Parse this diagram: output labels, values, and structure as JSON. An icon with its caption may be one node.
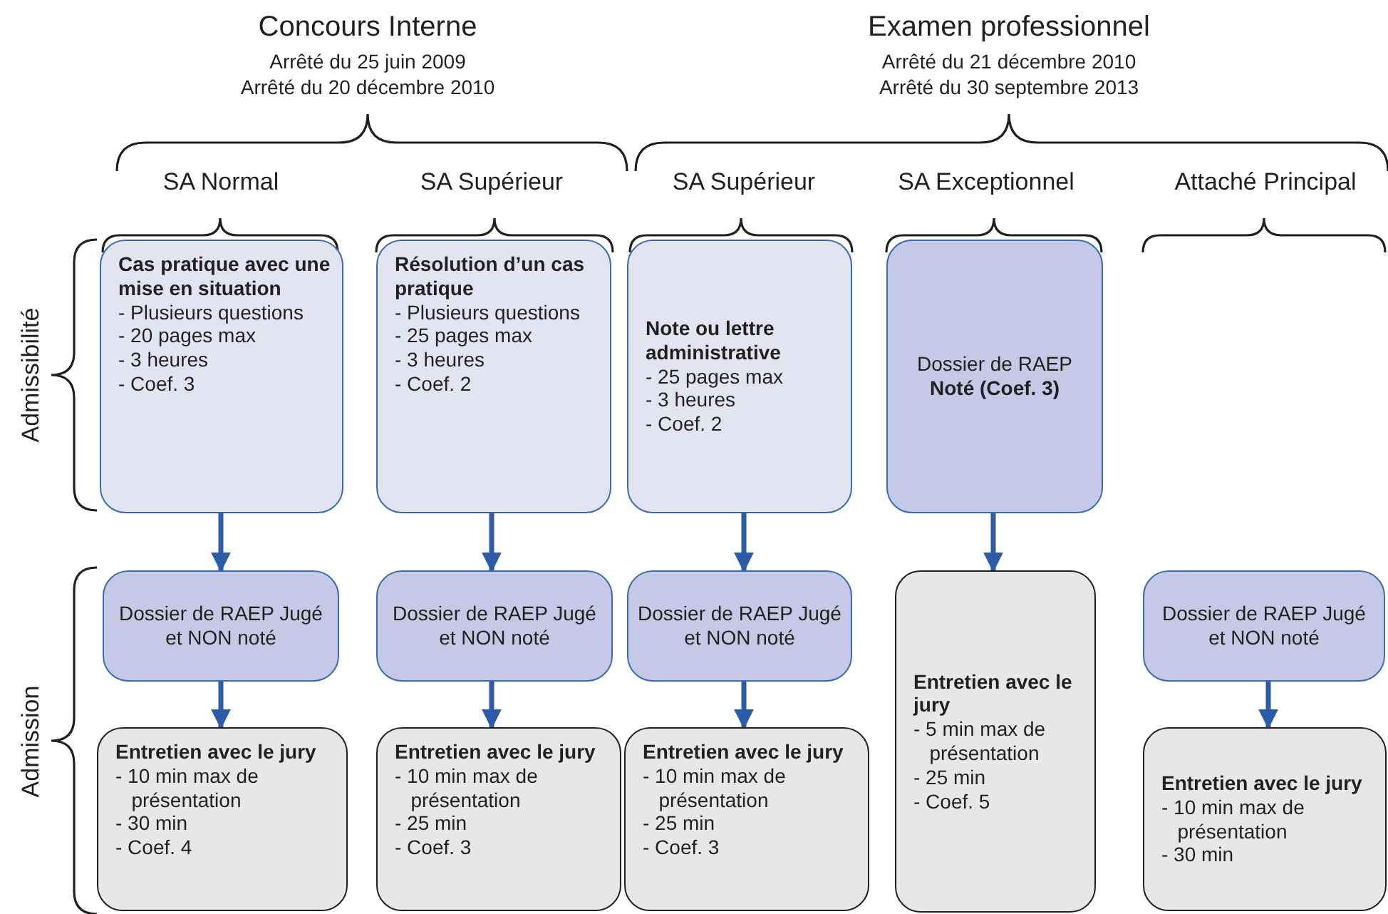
{
  "diagram": {
    "nodes": [
      {
        "text": [
          "Cas pratique avec une mise en situation",
          "- Plusieurs questions",
          "- 20 pages max",
          "- 3 heures",
          "- Coef. 3"
        ]
      },
      {
        "text": [
          "Résolution d’un cas pratique",
          "- Plusieurs questions",
          "- 25 pages max",
          "- 3 heures",
          "- Coef. 2"
        ]
      },
      {
        "text": [
          "Note ou lettre administrative",
          "- 25 pages max",
          "- 3 heures",
          "- Coef. 2"
        ]
      },
      {
        "text": [
          "Dossier de RAEP",
          "Noté (Coef. 3)"
        ]
      },
      {
        "text": [
          "Dossier de RAEP Jugé et NON noté"
        ]
      },
      {
        "text": [
          "Dossier de RAEP Jugé et NON noté"
        ]
      },
      {
        "text": [
          "Dossier de RAEP Jugé et NON noté"
        ]
      },
      {
        "text": [
          "Entretien avec le jury",
          "- 5 min max de présentation",
          "- 25 min",
          "- Coef. 5"
        ]
      },
      {
        "text": [
          "Dossier de RAEP Jugé et NON noté"
        ]
      },
      {
        "text": [
          "Entretien avec le jury",
          "- 10 min max de présentation",
          "- 30 min",
          "- Coef. 4"
        ]
      },
      {
        "text": [
          "Entretien avec le jury",
          "- 10 min max de présentation",
          "- 25 min",
          "- Coef. 3"
        ]
      },
      {
        "text": [
          "Entretien avec le jury",
          "- 10 min max de présentation",
          "- 25 min",
          "- Coef. 3"
        ]
      },
      {
        "text": [
          "Entretien avec le jury",
          "- 10 min max de présentation",
          "- 30 min"
        ]
      }
    ],
    "edges": [
      {
        "from": 0,
        "to": 4,
        "arrow": "to"
      },
      {
        "from": 4,
        "to": 9,
        "arrow": "to"
      },
      {
        "from": 1,
        "to": 5,
        "arrow": "to"
      },
      {
        "from": 5,
        "to": 10,
        "arrow": "to"
      },
      {
        "from": 2,
        "to": 6,
        "arrow": "to"
      },
      {
        "from": 6,
        "to": 11,
        "arrow": "to"
      },
      {
        "from": 3,
        "to": 7,
        "arrow": "to"
      },
      {
        "from": 8,
        "to": 12,
        "arrow": "to"
      }
    ],
    "labels": [
      "Concours Interne",
      "Arrêté du 25 juin 2009",
      "Arrêté du 20 décembre 2010",
      "Examen professionnel",
      "Arrêté du 21 décembre 2010",
      "Arrêté du 30 septembre 2013",
      "SA Normal",
      "SA Supérieur",
      "SA Supérieur",
      "SA Exceptionnel",
      "Attaché Principal",
      "Admissibilité",
      "Admission"
    ]
  }
}
